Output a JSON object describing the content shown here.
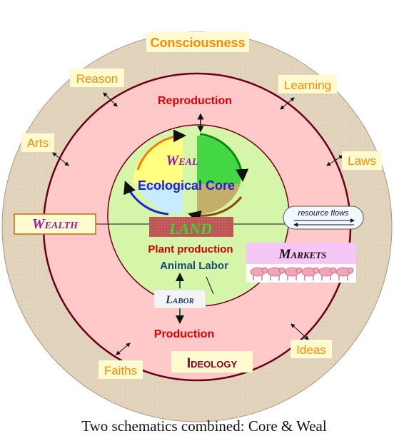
{
  "outer_ring": {
    "title": "Consciousness",
    "items": [
      "Reason",
      "Learning",
      "Arts",
      "Laws",
      "Ideas",
      "Faiths"
    ]
  },
  "middle_ring": {
    "top_label": "Reproduction",
    "bottom_label": "Production",
    "ideology": "Ideology"
  },
  "core": {
    "weal": "Weal",
    "ecological_core": "Ecological Core",
    "land": "LAND",
    "plant_production": "Plant production",
    "animal_labor": "Animal Labor",
    "labor": "Labor"
  },
  "side_labels": {
    "wealth": "Wealth",
    "resource_flows": "resource flows",
    "markets": "Markets"
  },
  "caption": "Two schematics combined: Core & Weal",
  "colors": {
    "outer_ring": "#e3d4bd",
    "middle_ring": "#ffc9c9",
    "core": "#d5f5a8",
    "boundary": "#6a0018",
    "label_box": "#fffbd0",
    "orange_text": "#ff8a00",
    "red_text": "#e00000",
    "weal_purple": "#9b1aa5",
    "eco_blue": "#1f1fc8",
    "land_green": "#38d838",
    "land_bg": "#c25a5a",
    "markets_bg": "#f6c6f6"
  },
  "icons": [
    "double-arrow-icon",
    "pig-icon",
    "cycle-arrows-icon"
  ]
}
